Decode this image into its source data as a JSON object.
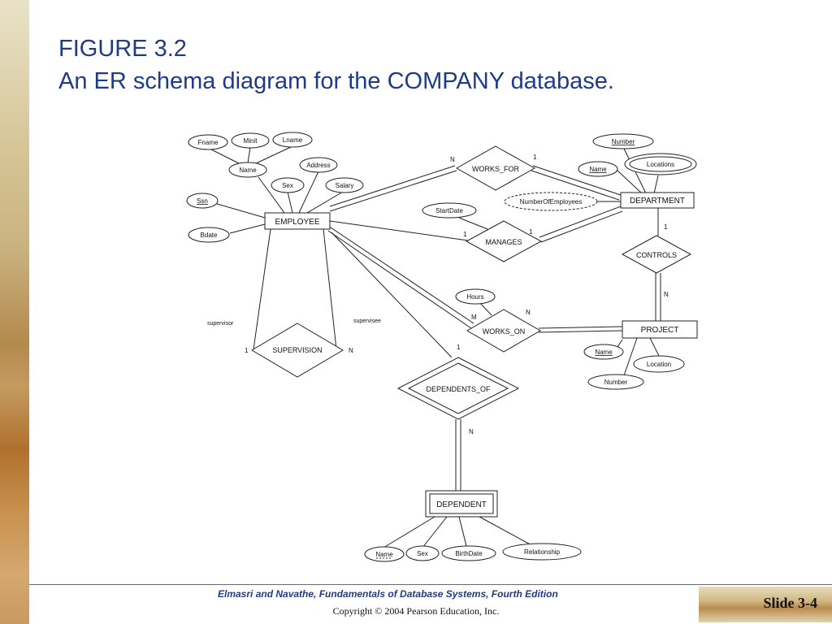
{
  "title": {
    "figure": "FIGURE 3.2",
    "caption": "An ER schema diagram for the COMPANY database."
  },
  "entities": {
    "employee": "EMPLOYEE",
    "department": "DEPARTMENT",
    "project": "PROJECT",
    "dependent": "DEPENDENT"
  },
  "relationships": {
    "works_for": "WORKS_FOR",
    "manages": "MANAGES",
    "controls": "CONTROLS",
    "works_on": "WORKS_ON",
    "supervision": "SUPERVISION",
    "dependents_of": "DEPENDENTS_OF"
  },
  "attributes": {
    "emp_fname": "Fname",
    "emp_minit": "Minit",
    "emp_lname": "Lname",
    "emp_name": "Name",
    "emp_address": "Address",
    "emp_sex": "Sex",
    "emp_salary": "Salary",
    "emp_ssn": "Ssn",
    "emp_bdate": "Bdate",
    "dept_number": "Number",
    "dept_name": "Name",
    "dept_locations": "Locations",
    "dept_num_employees": "NumberOfEmployees",
    "mgr_startdate": "StartDate",
    "wo_hours": "Hours",
    "proj_name": "Name",
    "proj_location": "Location",
    "proj_number": "Number",
    "dep_name": "Name",
    "dep_sex": "Sex",
    "dep_birthdate": "BirthDate",
    "dep_relationship": "Relationship"
  },
  "cardinalities": {
    "works_for_emp": "N",
    "works_for_dept": "1",
    "manages_emp": "1",
    "manages_dept": "1",
    "controls_dept": "1",
    "controls_proj": "N",
    "works_on_emp": "M",
    "works_on_proj": "N",
    "supervision_supervisor": "1",
    "supervision_supervisee": "N",
    "dependents_of_emp": "1",
    "dependents_of_dep": "N"
  },
  "roles": {
    "supervisor": "supervisor",
    "supervisee": "supervisee"
  },
  "footer": {
    "book_prefix": "Elmasri and Navathe, Fundamentals of Database Systems, ",
    "edition": "Fourth Edition",
    "copyright": "Copyright © 2004 Pearson Education, Inc.",
    "slide": "Slide 3-4"
  }
}
